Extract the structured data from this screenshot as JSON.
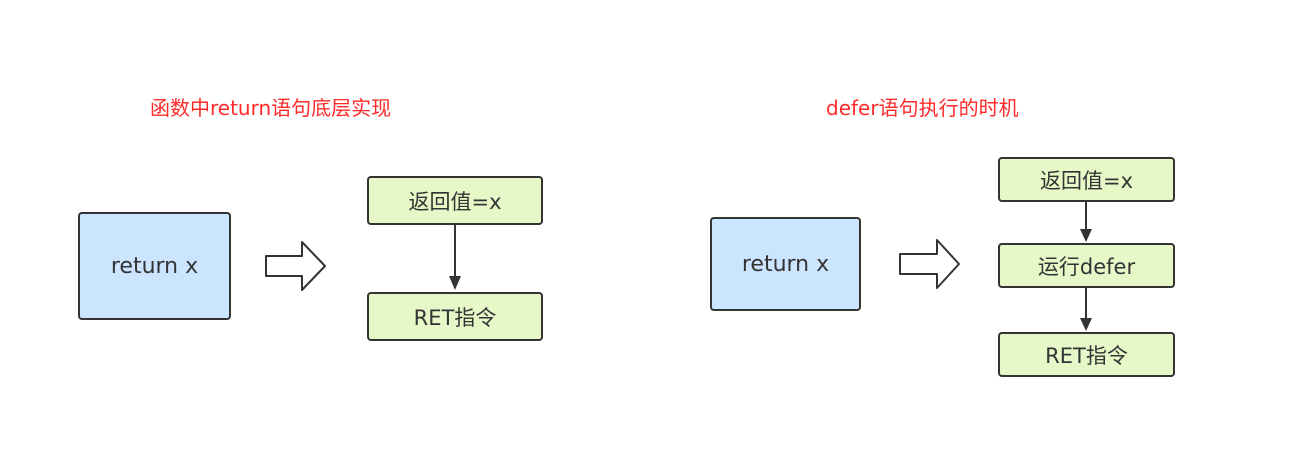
{
  "left_panel": {
    "title": "函数中return语句底层实现",
    "source_box": "return x",
    "steps": [
      "返回值=x",
      "RET指令"
    ]
  },
  "right_panel": {
    "title": "defer语句执行的时机",
    "source_box": "return x",
    "steps": [
      "返回值=x",
      "运行defer",
      "RET指令"
    ]
  },
  "colors": {
    "title": "#ff2a2a",
    "source_box_fill": "#cce5ff",
    "step_box_fill": "#e6f8c8",
    "stroke": "#333333"
  }
}
